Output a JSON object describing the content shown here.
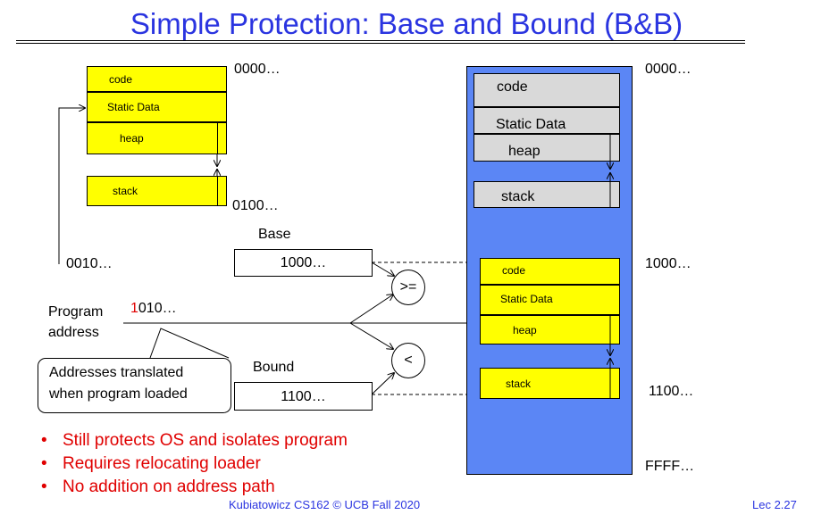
{
  "title": "Simple Protection: Base and Bound (B&B)",
  "program_image": {
    "segments": [
      "code",
      "Static Data",
      "heap",
      "stack"
    ],
    "addr_start": "0000…",
    "addr_end": "0100…",
    "entry_addr": "0010…"
  },
  "registers": {
    "base_label": "Base",
    "base_value": "1000…",
    "bound_label": "Bound",
    "bound_value": "1100…"
  },
  "comparators": {
    "ge": ">=",
    "lt": "<"
  },
  "program_address": {
    "label_line1": "Program",
    "label_line2": "address",
    "value_prefix": "1",
    "value_rest": "010…"
  },
  "callout": {
    "line1": "Addresses translated",
    "line2": "when program loaded"
  },
  "memory": {
    "os_segments": [
      "code",
      "Static Data",
      "heap",
      "stack"
    ],
    "prog_segments": [
      "code",
      "Static Data",
      "heap",
      "stack"
    ],
    "addr_top": "0000…",
    "addr_base": "1000…",
    "addr_bound": "1100…",
    "addr_end": "FFFF…"
  },
  "bullets": [
    "Still protects OS and isolates program",
    "Requires relocating loader",
    "No addition on address path"
  ],
  "footer": {
    "credit": "Kubiatowicz CS162 © UCB Fall 2020",
    "lecture": "Lec 2.27"
  },
  "colors": {
    "title": "#2a34e0",
    "segment_fill": "#ffff00",
    "memory_fill": "#5b86f5",
    "os_segment_fill": "#d9d9d9",
    "bullet_text": "#e00000",
    "address_highlight": "#e00000"
  }
}
